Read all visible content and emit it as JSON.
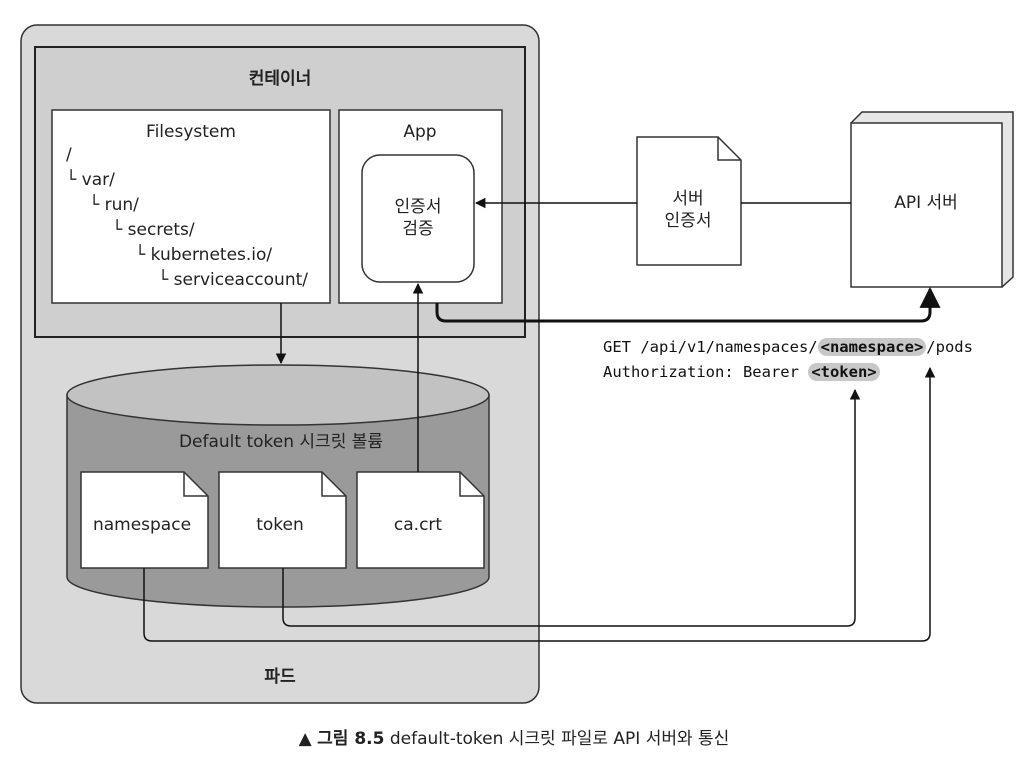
{
  "diagram": {
    "container_title": "컨테이너",
    "pod_title": "파드",
    "filesystem": {
      "title": "Filesystem",
      "tree": [
        "/",
        "└ var/",
        "└ run/",
        "└ secrets/",
        "└ kubernetes.io/",
        "└ serviceaccount/"
      ]
    },
    "app": {
      "title": "App",
      "verify_line1": "인증서",
      "verify_line2": "검증"
    },
    "volume_title": "Default token 시크릿 볼륨",
    "files": [
      "namespace",
      "token",
      "ca.crt"
    ],
    "server_cert_line1": "서버",
    "server_cert_line2": "인증서",
    "api_server": "API 서버",
    "request": {
      "line1_prefix": "GET /api/v1/namespaces/",
      "line1_highlight": "<namespace>",
      "line1_suffix": "/pods",
      "line2_prefix": "Authorization: Bearer ",
      "line2_highlight": "<token>"
    }
  },
  "caption": {
    "marker": "▲",
    "figure_label": "그림 8.5",
    "text": "default-token 시크릿 파일로 API 서버와 통신"
  }
}
